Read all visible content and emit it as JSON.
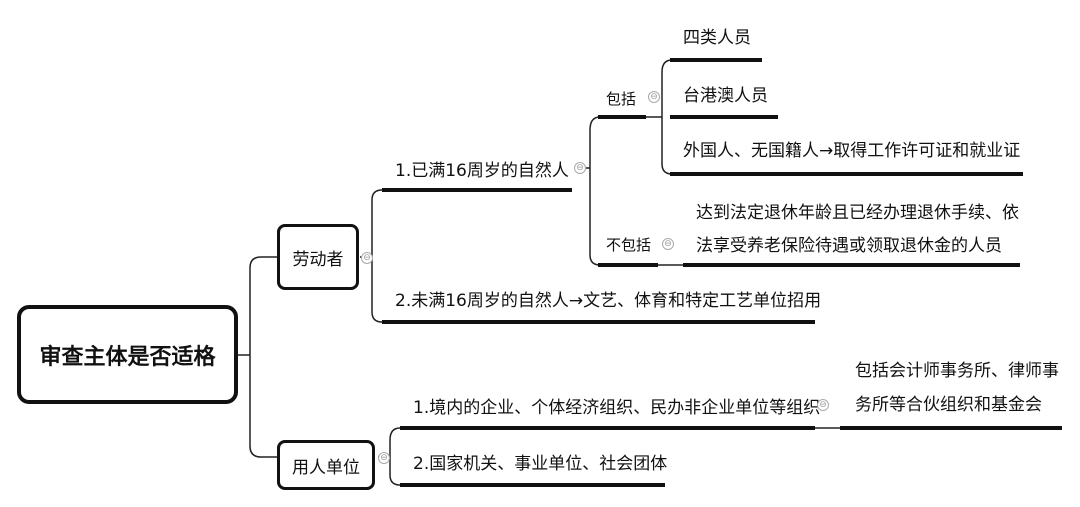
{
  "root": "审查主体是否适格",
  "worker": {
    "label": "劳动者",
    "item1": {
      "label": "1.已满16周岁的自然人",
      "include": {
        "label": "包括",
        "items": [
          "四类人员",
          "台港澳人员",
          "外国人、无国籍人→取得工作许可证和就业证"
        ]
      },
      "exclude": {
        "label": "不包括",
        "lines": [
          "达到法定退休年龄且已经办理退休手续、依",
          "法享受养老保险待遇或领取退休金的人员"
        ]
      }
    },
    "item2": "2.未满16周岁的自然人→文艺、体育和特定工艺单位招用"
  },
  "employer": {
    "label": "用人单位",
    "item1": "1.境内的企业、个体经济组织、民办非企业单位等组织",
    "item1_note": [
      "包括会计师事务所、律师事",
      "务所等合伙组织和基金会"
    ],
    "item2": "2.国家机关、事业单位、社会团体"
  },
  "collapse_symbol": "⊖"
}
